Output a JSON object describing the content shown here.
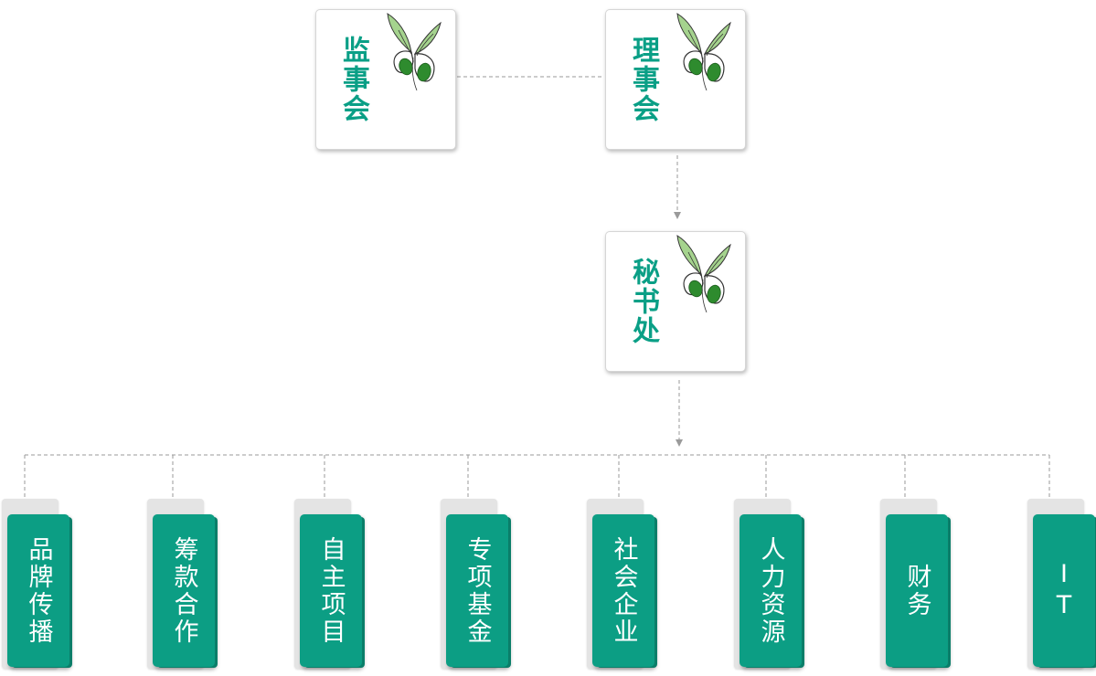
{
  "colors": {
    "accent": "#0c9e84",
    "label_text": "#0a9f86",
    "connector": "#9a9a9a",
    "leaf_light": "#a5d38e",
    "leaf_dark": "#2e8b2e"
  },
  "top_nodes": {
    "supervisors": {
      "label": "监事会",
      "icon": "butterfly-logo-icon"
    },
    "board": {
      "label": "理事会",
      "icon": "butterfly-logo-icon"
    }
  },
  "secretariat": {
    "label": "秘书处",
    "icon": "butterfly-logo-icon"
  },
  "departments": [
    {
      "label": "品牌传播"
    },
    {
      "label": "筹款合作"
    },
    {
      "label": "自主项目"
    },
    {
      "label": "专项基金"
    },
    {
      "label": "社会企业"
    },
    {
      "label": "人力资源"
    },
    {
      "label": "财务"
    },
    {
      "label": "IT"
    }
  ]
}
